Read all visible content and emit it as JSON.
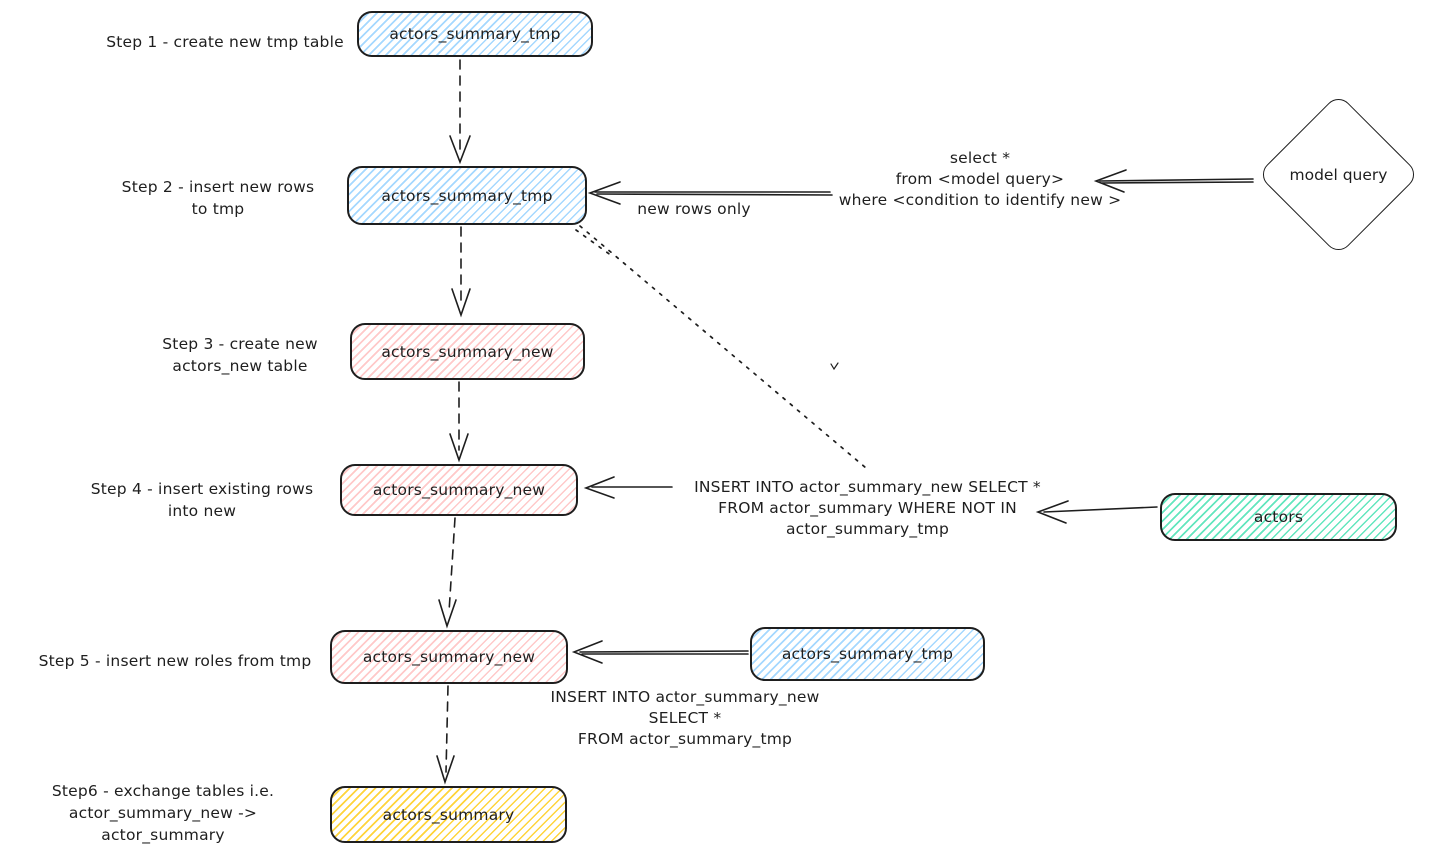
{
  "title": "Table exchange update flow diagram",
  "colors": {
    "stroke": "#1e1e1e",
    "blue_hatch": "#a5d8ff",
    "red_hatch": "#ffc9c9",
    "teal_hatch": "#63e6be",
    "yellow_hatch": "#ffd43b",
    "background": "#ffffff"
  },
  "annotations": {
    "step1": {
      "l1": "Step 1 - create new tmp table"
    },
    "step2": {
      "l1": "Step 2 - insert new rows",
      "l2": "to tmp"
    },
    "step3": {
      "l1": "Step 3 - create new",
      "l2": "actors_new table"
    },
    "step4": {
      "l1": "Step 4 - insert existing rows",
      "l2": "into new"
    },
    "step5": {
      "l1": "Step 5 - insert new roles from tmp"
    },
    "step6": {
      "l1": "Step6 - exchange tables i.e.",
      "l2": "actor_summary_new -> actor_summary"
    },
    "select_query": {
      "l1": "select *",
      "l2": "from <model query>",
      "l3": "where <condition to identify new >"
    },
    "new_rows_only": "new rows only",
    "insert_not_in": {
      "l1": "INSERT INTO actor_summary_new SELECT *",
      "l2": "FROM actor_summary WHERE NOT IN",
      "l3": "actor_summary_tmp"
    },
    "insert_from_tmp": {
      "l1": "INSERT INTO actor_summary_new",
      "l2": "SELECT *",
      "l3": "FROM actor_summary_tmp"
    }
  },
  "nodes": {
    "tmp_step1": {
      "label": "actors_summary_tmp",
      "color": "blue"
    },
    "tmp_step2": {
      "label": "actors_summary_tmp",
      "color": "blue"
    },
    "new_step3": {
      "label": "actors_summary_new",
      "color": "red"
    },
    "new_step4": {
      "label": "actors_summary_new",
      "color": "red"
    },
    "new_step5": {
      "label": "actors_summary_new",
      "color": "red"
    },
    "tmp_source_step5": {
      "label": "actors_summary_tmp",
      "color": "blue"
    },
    "actors_source": {
      "label": "actors",
      "color": "teal"
    },
    "summary_final": {
      "label": "actors_summary",
      "color": "yellow"
    },
    "model_query": {
      "label": "model query",
      "color": "white"
    }
  }
}
